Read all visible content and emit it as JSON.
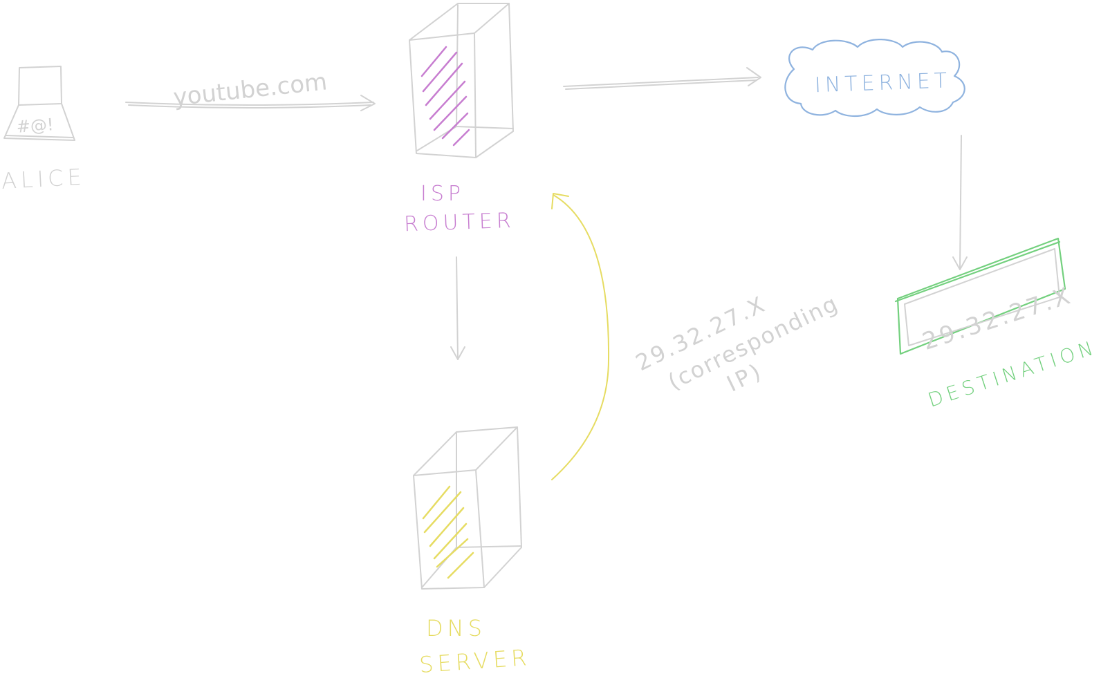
{
  "colors": {
    "neutral": "#d2d2d2",
    "router": "#c77dd0",
    "dns": "#e6dc62",
    "internet": "#8fb3df",
    "destination": "#73d07e"
  },
  "nodes": {
    "alice": {
      "label": "ALICE",
      "icon": "laptop-icon",
      "screen_text": "#@!"
    },
    "router": {
      "label_line1": "ISP",
      "label_line2": "ROUTER",
      "icon": "server-tower-icon"
    },
    "dns": {
      "label_line1": "DNS",
      "label_line2": "SERVER",
      "icon": "server-tower-icon"
    },
    "internet": {
      "label": "INTERNET",
      "icon": "cloud-icon"
    },
    "destination": {
      "ip": "29.32.27.X",
      "label": "DESTINATION",
      "icon": "address-box-icon"
    }
  },
  "edges": {
    "alice_to_router": {
      "label": "youtube.com"
    },
    "dns_to_router": {
      "label_line1": "29.32.27.X",
      "label_line2": "(corresponding",
      "label_line3": "IP)"
    }
  }
}
